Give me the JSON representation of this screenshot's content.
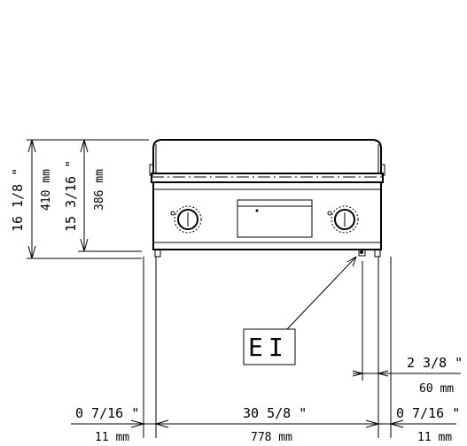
{
  "diagram": {
    "height_labels": {
      "overall_in": "16 1/8 \"",
      "overall_mm": "410 mm",
      "body_in": "15 3/16 \"",
      "body_mm": "386 mm"
    },
    "width_labels": {
      "left_margin_in": "0 7/16 \"",
      "left_margin_mm": "11 mm",
      "overall_in": "30 5/8 \"",
      "overall_mm": "778 mm",
      "right_margin_in": "0 7/16 \"",
      "right_margin_mm": "11 mm",
      "connection_in": "2 3/8 \"",
      "connection_mm": "60 mm"
    },
    "connection_tag": "EI"
  }
}
